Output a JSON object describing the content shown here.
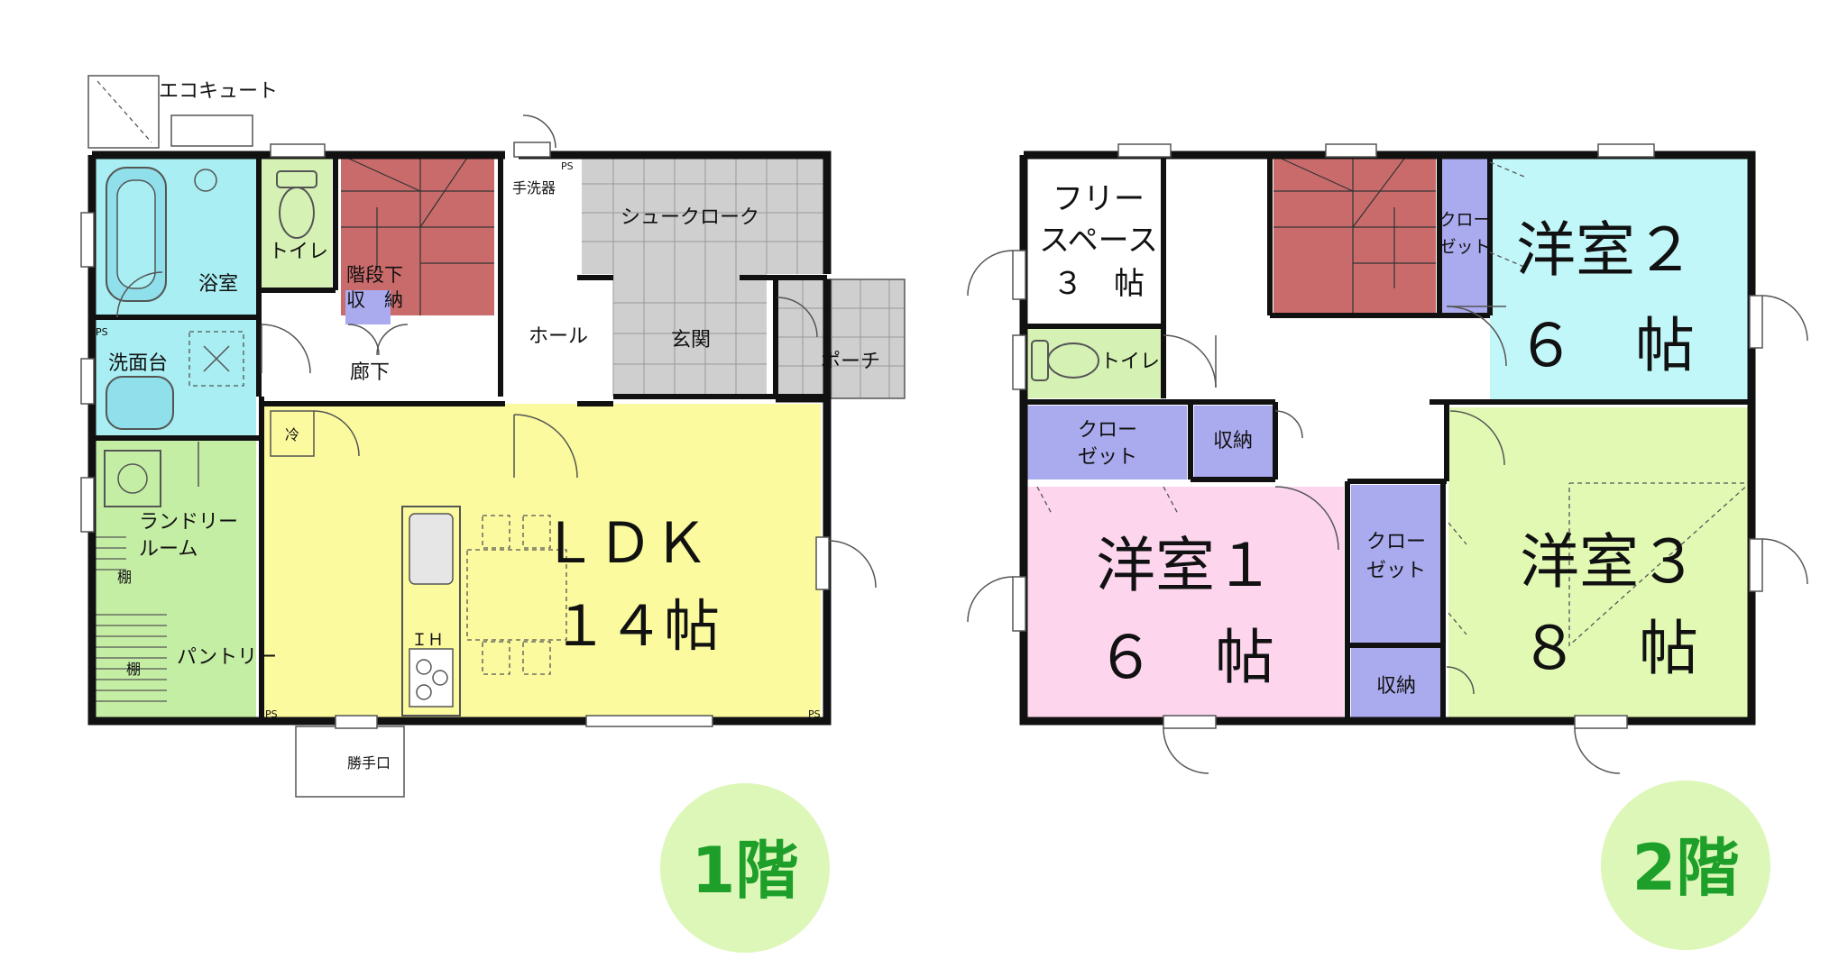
{
  "floor1": {
    "badge": "1階",
    "rooms": {
      "eco_cute": "エコキュート",
      "bath": "浴室",
      "toilet": "トイレ",
      "under_stair_1": "階段下",
      "under_stair_2": "収　納",
      "hand_wash": "手洗器",
      "shoe_cloak": "シュークローク",
      "washroom": "洗面台",
      "corridor": "廊下",
      "hall": "ホール",
      "entrance": "玄関",
      "porch": "ポーチ",
      "laundry_1": "ランドリー",
      "laundry_2": "ルーム",
      "shelf_a": "棚",
      "shelf_b": "棚",
      "pantry": "パントリー",
      "fridge": "冷",
      "ih": "ＩＨ",
      "ldk_1": "ＬＤＫ",
      "ldk_2": "１４帖",
      "back_door": "勝手口",
      "ps_a": "PS",
      "ps_b": "PS",
      "ps_c": "PS",
      "ps_d": "PS"
    }
  },
  "floor2": {
    "badge": "2階",
    "rooms": {
      "free_1": "フリー",
      "free_2": "スペース",
      "free_3": "３　帖",
      "toilet": "トイレ",
      "closet_a_1": "クロー",
      "closet_a_2": "ゼット",
      "storage_a": "収納",
      "closet_b_1": "クロー",
      "closet_b_2": "ゼット",
      "room2_1": "洋室２",
      "room2_2": "６　帖",
      "room1_1": "洋室１",
      "room1_2": "６　帖",
      "closet_c_1": "クロー",
      "closet_c_2": "ゼット",
      "storage_b": "収納",
      "room3_1": "洋室３",
      "room3_2": "８　帖"
    }
  },
  "colors": {
    "bath": "#a8eef2",
    "toilet": "#d5f2b4",
    "stairs": "#c96b6b",
    "storage": "#aaaaee",
    "tile": "#cfcfcf",
    "ldk": "#fbfa9e",
    "laundry": "#c5eea5",
    "room1": "#fdd6ee",
    "room2": "#c2f7f9",
    "room3": "#e2f9b4",
    "badge_bg": "#ddf7b8",
    "badge_text": "#1e9f2a"
  }
}
